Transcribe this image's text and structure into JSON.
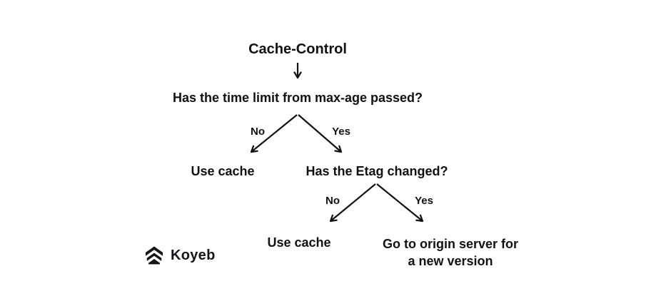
{
  "diagram": {
    "title": "Cache-Control",
    "question1": "Has the time limit from max-age passed?",
    "branch1": {
      "no": "No",
      "yes": "Yes"
    },
    "use_cache_1": "Use cache",
    "question2": "Has the Etag changed?",
    "branch2": {
      "no": "No",
      "yes": "Yes"
    },
    "use_cache_2": "Use cache",
    "origin_line1": "Go to origin server for",
    "origin_line2": "a new version"
  },
  "branding": {
    "logo_text": "Koyeb",
    "logo_icon": "koyeb-chevrons-icon"
  },
  "colors": {
    "background": "#ffffff",
    "text": "#111111",
    "arrow": "#111111",
    "logo": "#15151a"
  }
}
